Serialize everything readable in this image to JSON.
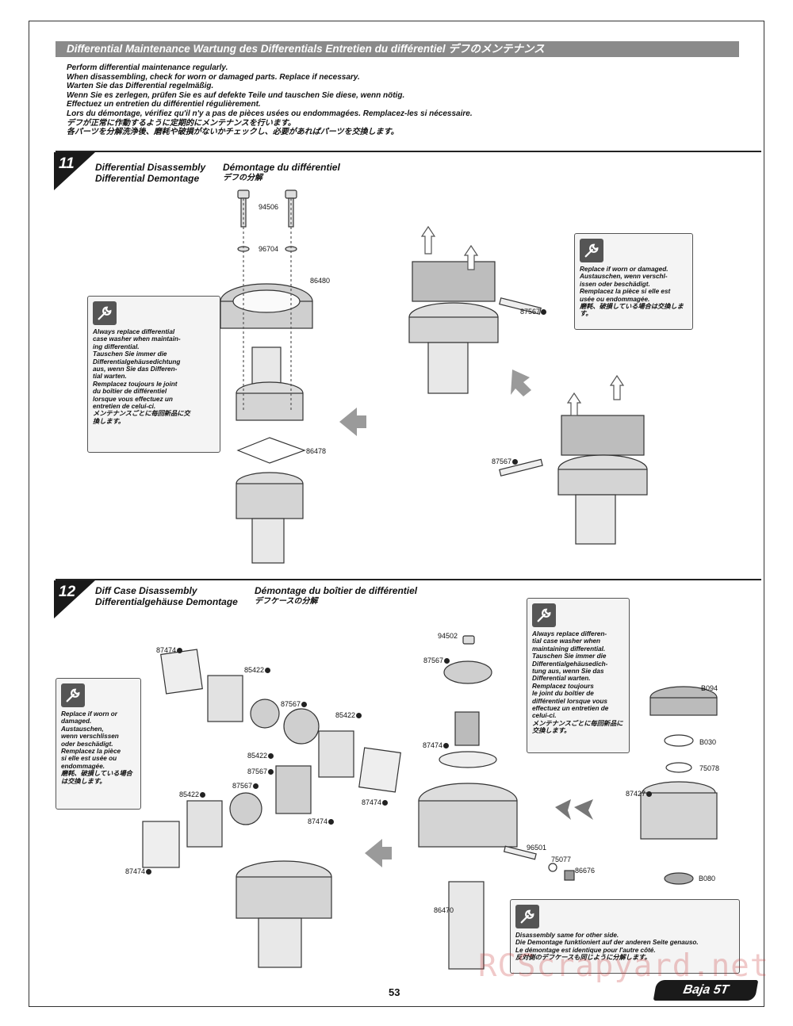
{
  "header": {
    "title": "Differential Maintenance   Wartung des Differentials   Entretien du différentiel  デフのメンテナンス"
  },
  "intro": [
    "Perform differential maintenance regularly.",
    "When disassembling, check for worn or damaged parts. Replace if necessary.",
    "Warten Sie das Differential regelmäßig.",
    "Wenn Sie es zerlegen, prüfen Sie es auf defekte Teile und tauschen Sie diese, wenn nötig.",
    "Effectuez un entretien du différentiel régulièrement.",
    "Lors du démontage, vérifiez qu'il n'y a pas de pièces usées ou endommagées. Remplacez-les si nécessaire.",
    "デフが正常に作動するように定期的にメンテナンスを行います。",
    "各パーツを分解洗浄後、磨耗や破損がないかチェックし、必要があればパーツを交換します。"
  ],
  "step11": {
    "number": "11",
    "title_en1": "Differential Disassembly",
    "title_de": "Differential Demontage",
    "title_fr": "Démontage du différentiel",
    "title_jp": "デフの分解",
    "note_left": "Always replace differential\ncase washer when maintain-\ning differential.\nTauschen Sie immer die\nDifferentialgehäusedichtung\naus, wenn Sie das Differen-\ntial warten.\nRemplacez toujours le joint\ndu boîtier de différentiel\nlorsque vous effectuez un\nentretien de celui-ci.\nメンテナンスごとに毎回新品に交\n換します。",
    "note_right": "Replace if worn or damaged.\nAustauschen, wenn verschl-\nissen oder beschädigt.\nRemplacez la pièce si elle est\nusée ou endommagée.\n磨耗、破損している場合は交換します。",
    "parts": {
      "p1": "94506",
      "p2": "96704",
      "p3": "86480",
      "p4": "86478",
      "p5": "87567",
      "p6": "87567"
    }
  },
  "step12": {
    "number": "12",
    "title_en1": "Diff Case Disassembly",
    "title_de": "Differentialgehäuse Demontage",
    "title_fr": "Démontage du boîtier de différentiel",
    "title_jp": "デフケースの分解",
    "note_left": "Replace if worn or\ndamaged.\nAustauschen,\nwenn verschlissen\noder beschädigt.\nRemplacez la pièce\nsi elle est usée ou\nendommagée.\n磨耗、破損している場合\nは交換します。",
    "note_mid": "Always replace differen-\ntial case washer when\nmaintaining differential.\nTauschen Sie immer die\nDifferentialgehäusedich-\ntung aus, wenn Sie das\nDifferential warten.\nRemplacez toujours\nle joint du boîtier de\ndifférentiel lorsque vous\neffectuez un entretien de\ncelui-ci.\nメンテナンスごとに毎回新品に\n交換します。",
    "note_bottom": "Disassembly same for other side.\nDie Demontage funktioniert auf der anderen Seite genauso.\nLe démontage est identique pour l'autre côté.\n反対側のデフケースも同じように分解します。",
    "parts": {
      "a": "87474",
      "b": "85422",
      "c": "87567",
      "d": "85422",
      "e": "85422",
      "f": "87567",
      "g": "87567",
      "h": "85422",
      "i": "87474",
      "j": "87474",
      "k": "87474",
      "l": "94502",
      "m": "87567",
      "n": "87474",
      "o": "96501",
      "p": "75077",
      "q": "86676",
      "r": "86470",
      "s": "B094",
      "t": "B030",
      "u": "75078",
      "v": "87427",
      "w": "B080"
    }
  },
  "footer": {
    "page_number": "53",
    "logo": "Baja 5T",
    "watermark": "RCScrapyard.net"
  }
}
